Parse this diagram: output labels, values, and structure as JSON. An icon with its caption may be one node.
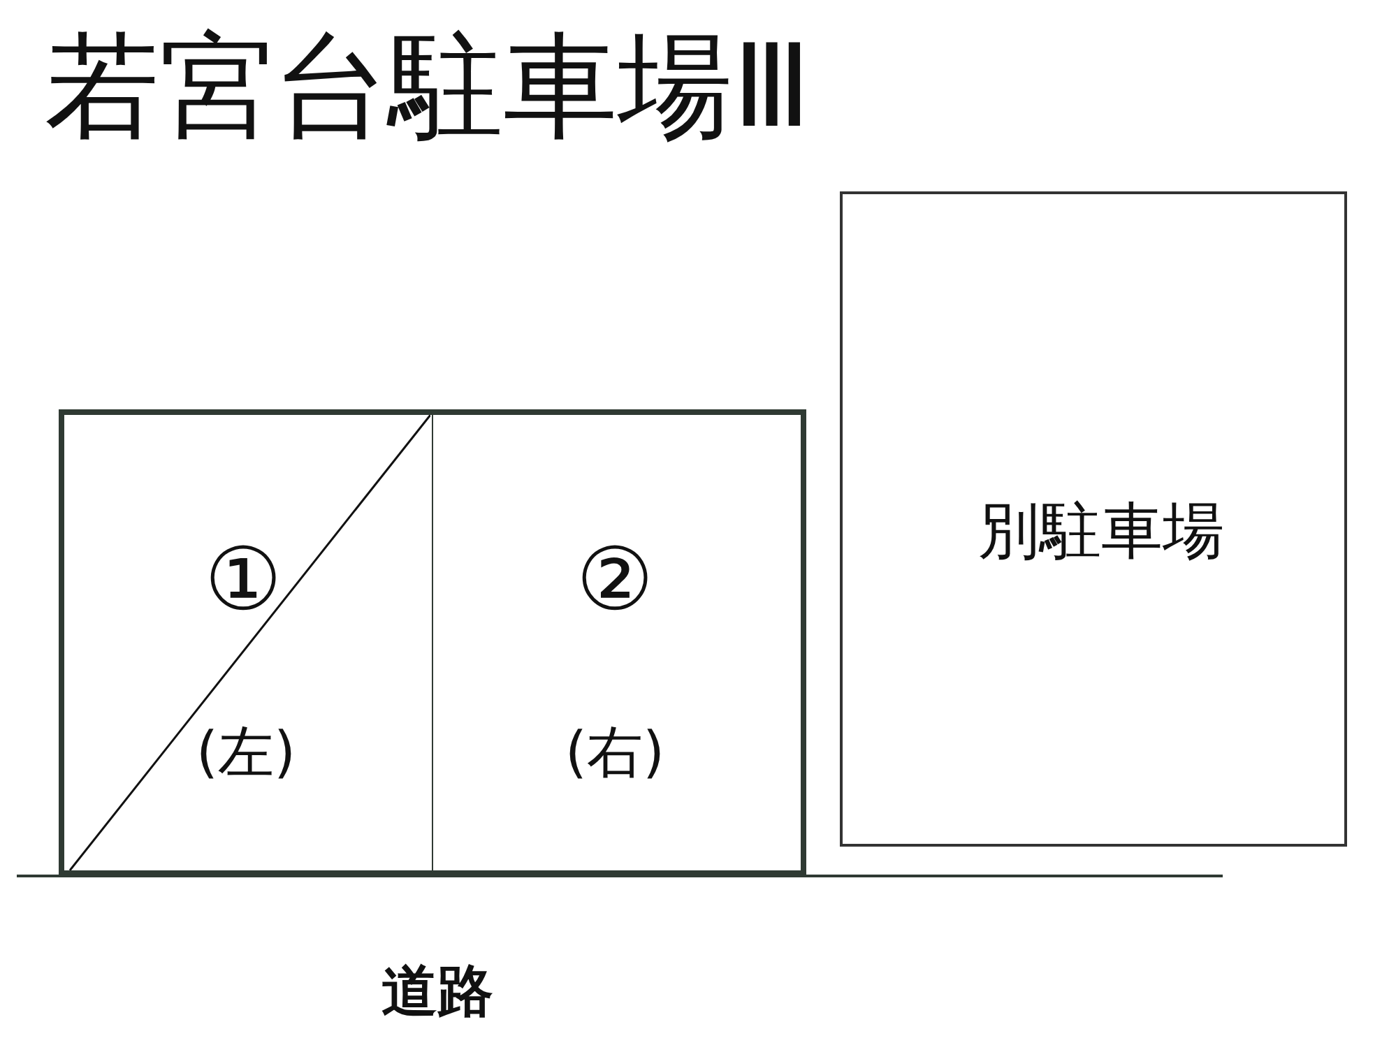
{
  "diagram": {
    "title": "若宮台駐車場Ⅲ",
    "nodes": [
      {
        "text": [
          "①",
          "(左)"
        ]
      },
      {
        "text": [
          "②",
          "(右)"
        ]
      },
      {
        "text": [
          "別駐車場"
        ]
      }
    ],
    "labels": [
      "道路"
    ]
  }
}
